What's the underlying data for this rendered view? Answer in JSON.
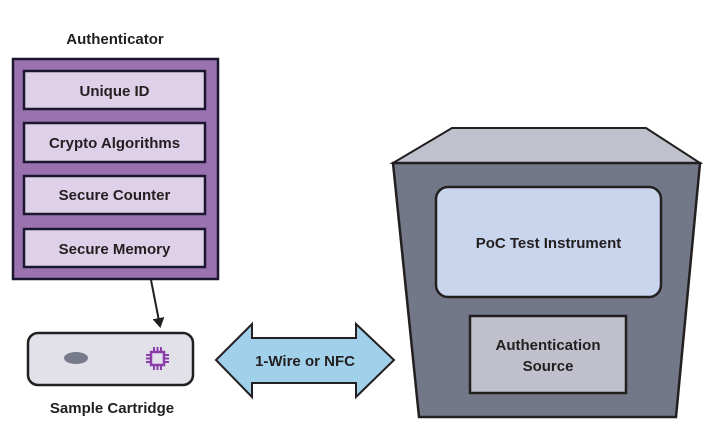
{
  "authenticator": {
    "title": "Authenticator",
    "features": [
      {
        "label": "Unique ID"
      },
      {
        "label": "Crypto Algorithms"
      },
      {
        "label": "Secure Counter"
      },
      {
        "label": "Secure Memory"
      }
    ]
  },
  "cartridge": {
    "label": "Sample Cartridge",
    "icons": [
      "sample-well-icon",
      "chip-icon"
    ]
  },
  "link": {
    "label": "1-Wire or NFC"
  },
  "instrument": {
    "screen_label": "PoC Test Instrument",
    "auth_source_line1": "Authentication",
    "auth_source_line2": "Source"
  },
  "colors": {
    "purple_outer": "#9b72b0",
    "purple_inner": "#ddd0e8",
    "chip_purple": "#8a3fa8",
    "cartridge_fill": "#e2e1ea",
    "well_fill": "#767a8a",
    "arrow_blue": "#a0d0ea",
    "instrument_front": "#737889",
    "instrument_top": "#bfc1cd",
    "screen_fill": "#c9d5ec",
    "auth_fill": "#bfc0cb",
    "outline": "#231f20"
  }
}
